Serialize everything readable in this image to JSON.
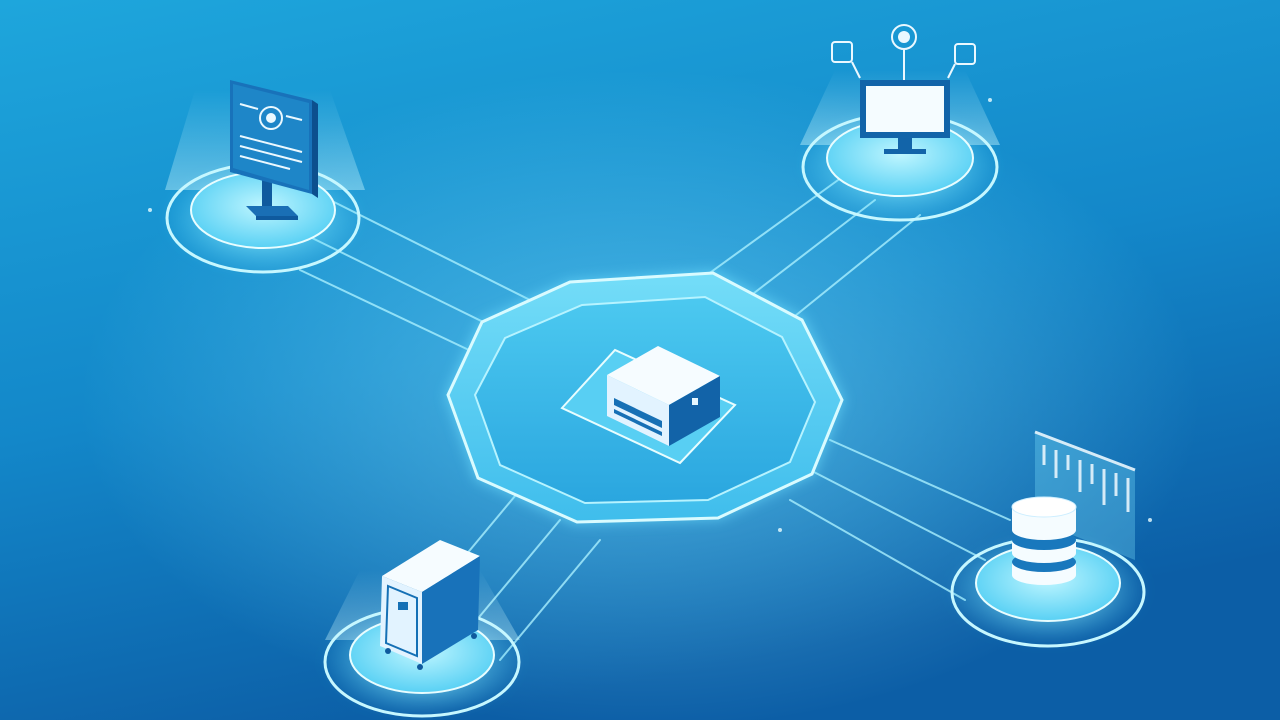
{
  "scene": {
    "background_top": "#1ea6dc",
    "background_bottom": "#0c5ea6",
    "glow": "#9ff0ff",
    "ring": "#b9f6ff",
    "panel_light": "#f4fbff",
    "panel_mid": "#dff3ff",
    "panel_shade": "#0f5a9e",
    "panel_shade2": "#1a6fb5",
    "accent": "#4ac9f0"
  },
  "nodes": [
    {
      "name": "display-kiosk",
      "icon": "kiosk-icon"
    },
    {
      "name": "monitor-workstation",
      "icon": "monitor-icon"
    },
    {
      "name": "server-cabinet",
      "icon": "cabinet-icon"
    },
    {
      "name": "database",
      "icon": "database-icon"
    }
  ],
  "hub": {
    "name": "central-server",
    "icon": "server-box-icon"
  }
}
